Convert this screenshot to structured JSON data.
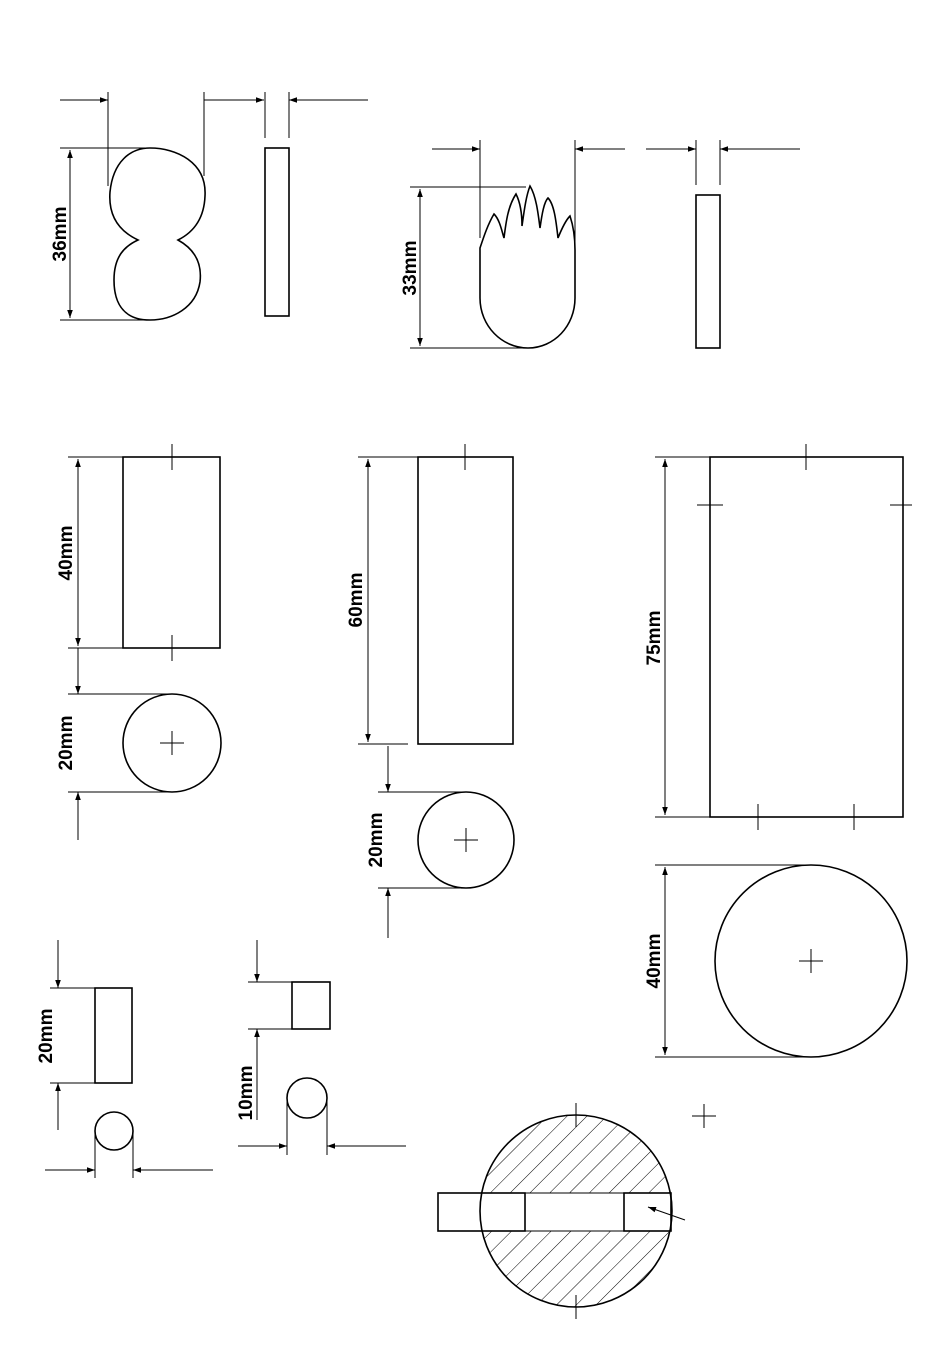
{
  "dimensions": {
    "figure_eight_height": "36mm",
    "hand_shape_height": "33mm",
    "rect_small_length": "40mm",
    "circle_small_diameter": "20mm",
    "rect_medium_length": "60mm",
    "circle_medium_diameter": "20mm",
    "rect_large_length": "75mm",
    "circle_large_diameter": "40mm",
    "small_rect_length": "20mm",
    "tiny_rect_length": "10mm"
  }
}
